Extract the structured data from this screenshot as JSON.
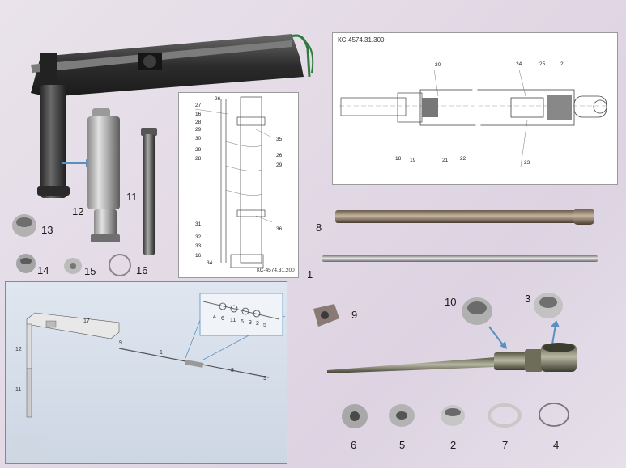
{
  "drawings": {
    "top_right": {
      "title": "КС-4574.31.300",
      "callouts": [
        "20",
        "24",
        "25",
        "2",
        "18",
        "19",
        "21",
        "22",
        "23"
      ]
    },
    "center": {
      "title": "КС-4574.31.200",
      "callouts_left": [
        "27",
        "16",
        "28",
        "29",
        "30",
        "29",
        "28",
        "31",
        "32",
        "33",
        "16",
        "34"
      ],
      "callouts_right": [
        "26",
        "35",
        "26",
        "29",
        "36"
      ]
    }
  },
  "part_numbers": {
    "p13": "13",
    "p12": "12",
    "p11": "11",
    "p14": "14",
    "p15": "15",
    "p16": "16",
    "p8": "8",
    "p1": "1",
    "p9": "9",
    "p10": "10",
    "p3": "3",
    "p6": "6",
    "p5": "5",
    "p2": "2",
    "p7": "7",
    "p4": "4"
  },
  "assembly": {
    "labels": {
      "a17": "17",
      "a12": "12",
      "a11": "11",
      "a9a": "9",
      "a1": "1",
      "a8": "8",
      "a9b": "9"
    },
    "inset_labels": [
      "4",
      "6",
      "11",
      "6",
      "3",
      "2",
      "5"
    ]
  },
  "colors": {
    "background": "#e6e0ea",
    "metal_dark": "#3a3a3a",
    "metal_light": "#b9b9b9",
    "arrow": "#5b8fc0",
    "assembly_panel": "#d3dbe6"
  }
}
